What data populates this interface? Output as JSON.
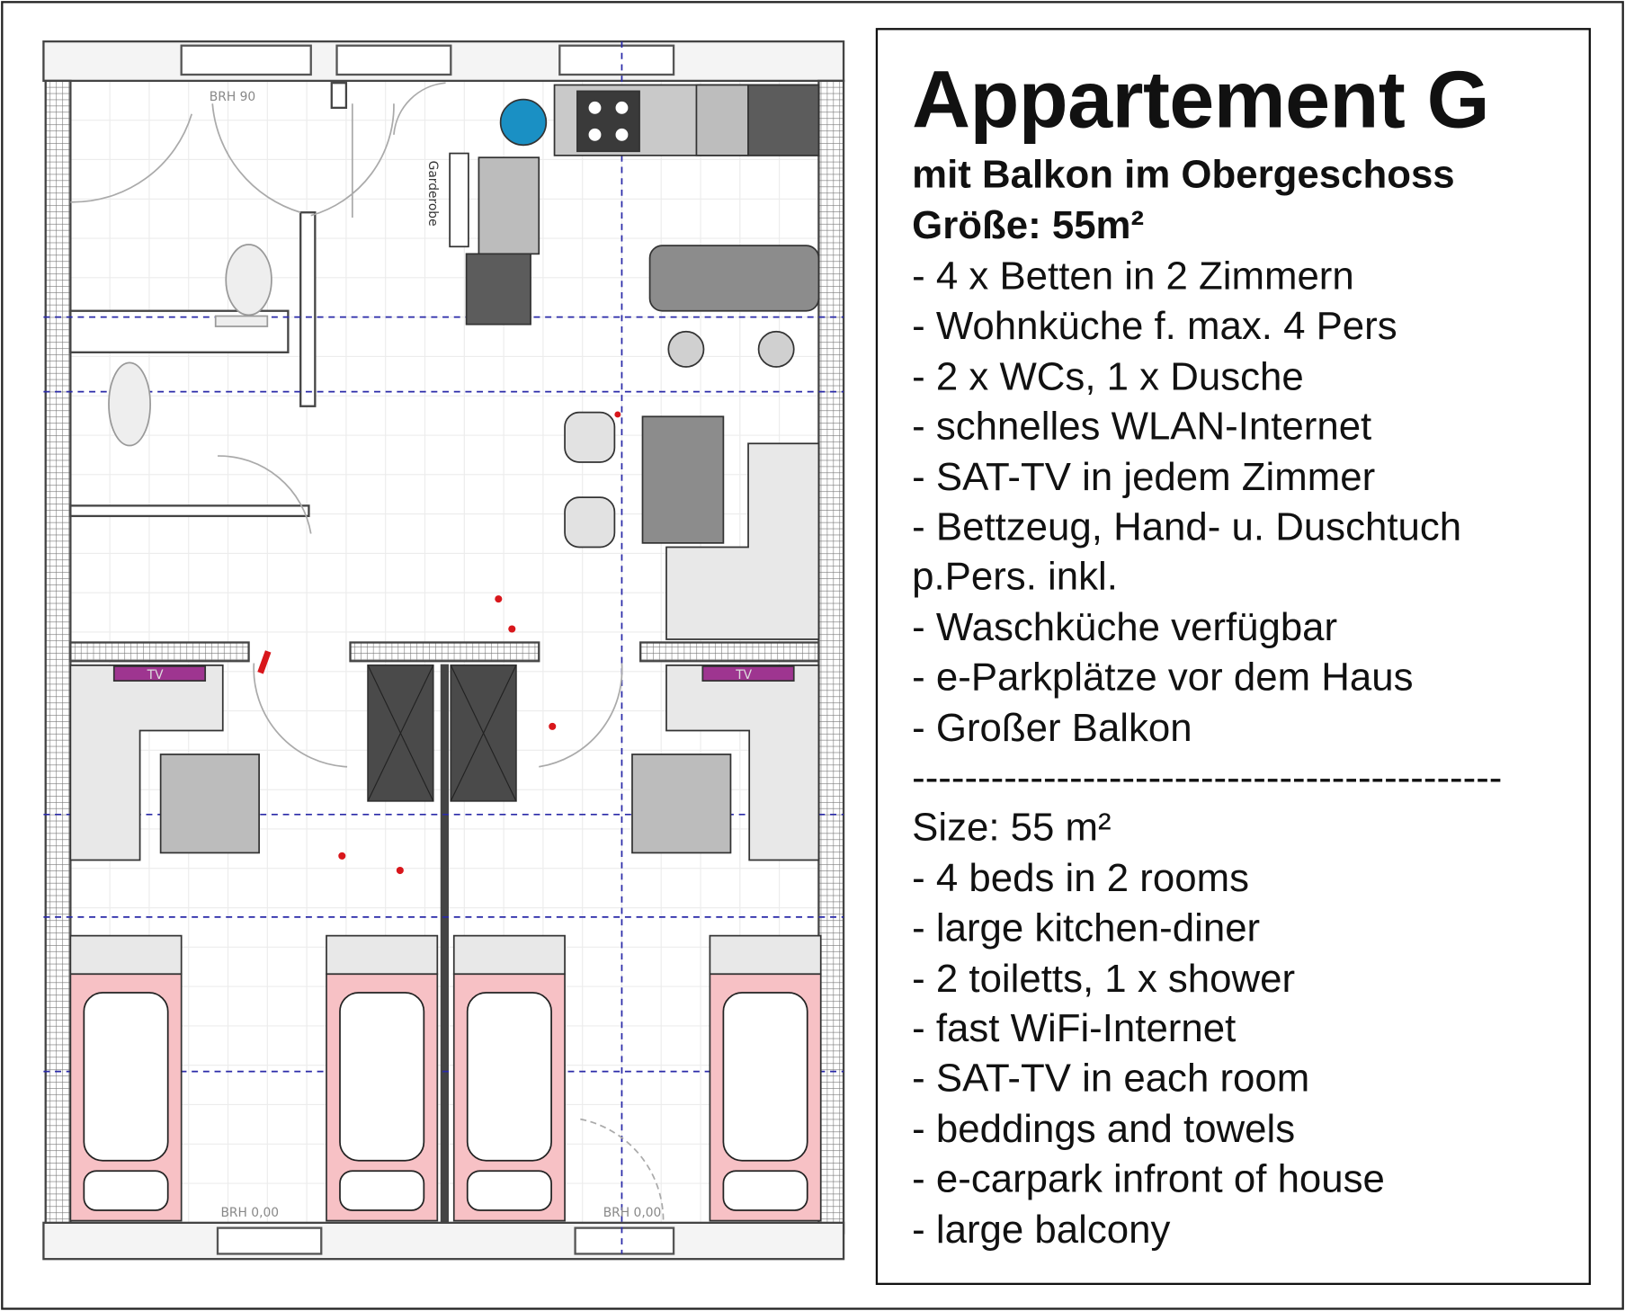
{
  "info": {
    "title": "Appartement G",
    "subtitle": "mit Balkon im Obergeschoss",
    "size_de": "Größe: 55m²",
    "features_de": [
      "- 4 x Betten in 2 Zimmern",
      "- Wohnküche f. max. 4 Pers",
      "- 2 x WCs,  1 x Dusche",
      "- schnelles WLAN-Internet",
      "- SAT-TV in jedem Zimmer",
      "- Bettzeug, Hand- u. Duschtuch",
      "p.Pers. inkl.",
      "- Waschküche verfügbar",
      "- e-Parkplätze vor dem Haus",
      "- Großer Balkon"
    ],
    "separator": "---------------------------------------------",
    "size_en": "Size: 55 m²",
    "features_en": [
      "- 4 beds in 2 rooms",
      "- large kitchen-diner",
      "- 2 toiletts, 1 x shower",
      "- fast WiFi-Internet",
      "- SAT-TV in each room",
      "- beddings and towels",
      "- e-carpark infront of house",
      "- large balcony"
    ]
  },
  "plan": {
    "labels": {
      "brh_top": "BRH 90",
      "wardrobe": "Garderobe",
      "tv_left": "TV",
      "tv_right": "TV",
      "brh_bottom_left": "BRH 0,00",
      "brh_bottom_right": "BRH 0,00"
    },
    "colors": {
      "bed": "#f7c1c5",
      "tv": "#9e3590",
      "sink": "#1a90c4",
      "axis": "#2a2aa8",
      "dark": "#4a4a4a",
      "mid": "#8c8c8c",
      "light": "#e8e8e8"
    }
  }
}
